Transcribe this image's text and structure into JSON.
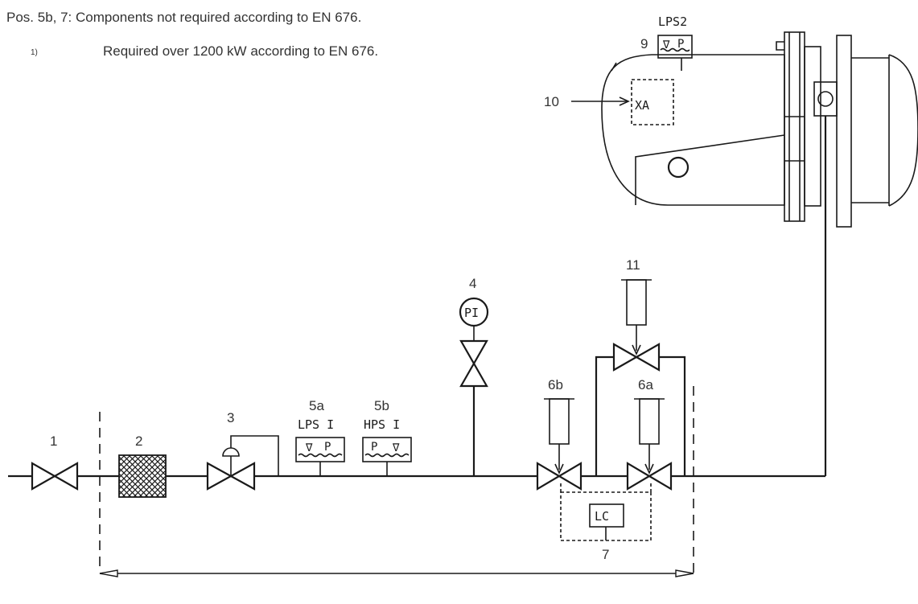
{
  "notes": {
    "note1": "Pos. 5b, 7: Components not required according to EN 676.",
    "note2_marker": "1)",
    "note2": "Required over 1200 kW according to EN 676."
  },
  "labels": {
    "pos1": "1",
    "pos2": "2",
    "pos3": "3",
    "pos4": "4",
    "pos5a": "5a",
    "pos5b": "5b",
    "pos6a": "6a",
    "pos6b": "6b",
    "pos7": "7",
    "pos9": "9",
    "pos10": "10",
    "pos11": "11"
  },
  "codes": {
    "lps1": "LPS I",
    "hps1": "HPS I",
    "lps2": "LPS2",
    "pi": "PI",
    "lc": "LC",
    "xa": "XA",
    "p": "P",
    "tri": "∇"
  }
}
